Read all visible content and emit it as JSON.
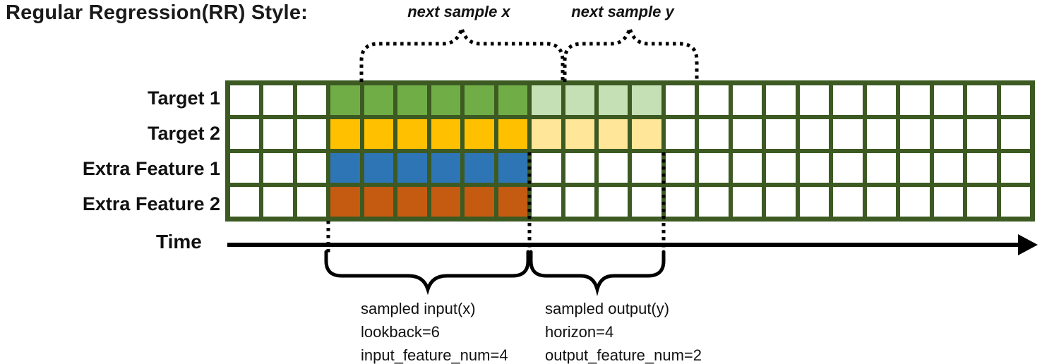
{
  "title": "Regular Regression(RR) Style:",
  "palette": {
    "grid_line": "#3C5A22",
    "ink": "#000000",
    "cell_empty": "#FFFFFF",
    "target1": "#70AD47",
    "target1_next": "#C5E0B4",
    "target2": "#FFC000",
    "target2_next": "#FFE699",
    "extra1": "#2E75B6",
    "extra2": "#C55A11"
  },
  "grid": {
    "columns": 24,
    "empty_lead_cols": 3,
    "input_cols": 6,
    "output_cols": 4,
    "rows": [
      {
        "label": "Target 1",
        "segments": [
          [
            "cell_empty",
            3
          ],
          [
            "target1",
            6
          ],
          [
            "target1_next",
            4
          ],
          [
            "cell_empty",
            11
          ]
        ]
      },
      {
        "label": "Target 2",
        "segments": [
          [
            "cell_empty",
            3
          ],
          [
            "target2",
            6
          ],
          [
            "target2_next",
            4
          ],
          [
            "cell_empty",
            11
          ]
        ]
      },
      {
        "label": "Extra Feature 1",
        "segments": [
          [
            "cell_empty",
            3
          ],
          [
            "extra1",
            6
          ],
          [
            "cell_empty",
            15
          ]
        ]
      },
      {
        "label": "Extra Feature 2",
        "segments": [
          [
            "cell_empty",
            3
          ],
          [
            "extra2",
            6
          ],
          [
            "cell_empty",
            15
          ]
        ]
      }
    ]
  },
  "annotations": {
    "next_sample_x": "next sample x",
    "next_sample_y": "next sample y",
    "time_label": "Time",
    "input_lines": [
      "sampled input(x)",
      "lookback=6",
      "input_feature_num=4"
    ],
    "output_lines": [
      "sampled output(y)",
      "horizon=4",
      "output_feature_num=2"
    ]
  },
  "params": {
    "lookback": 6,
    "horizon": 4,
    "input_feature_num": 4,
    "output_feature_num": 2
  }
}
